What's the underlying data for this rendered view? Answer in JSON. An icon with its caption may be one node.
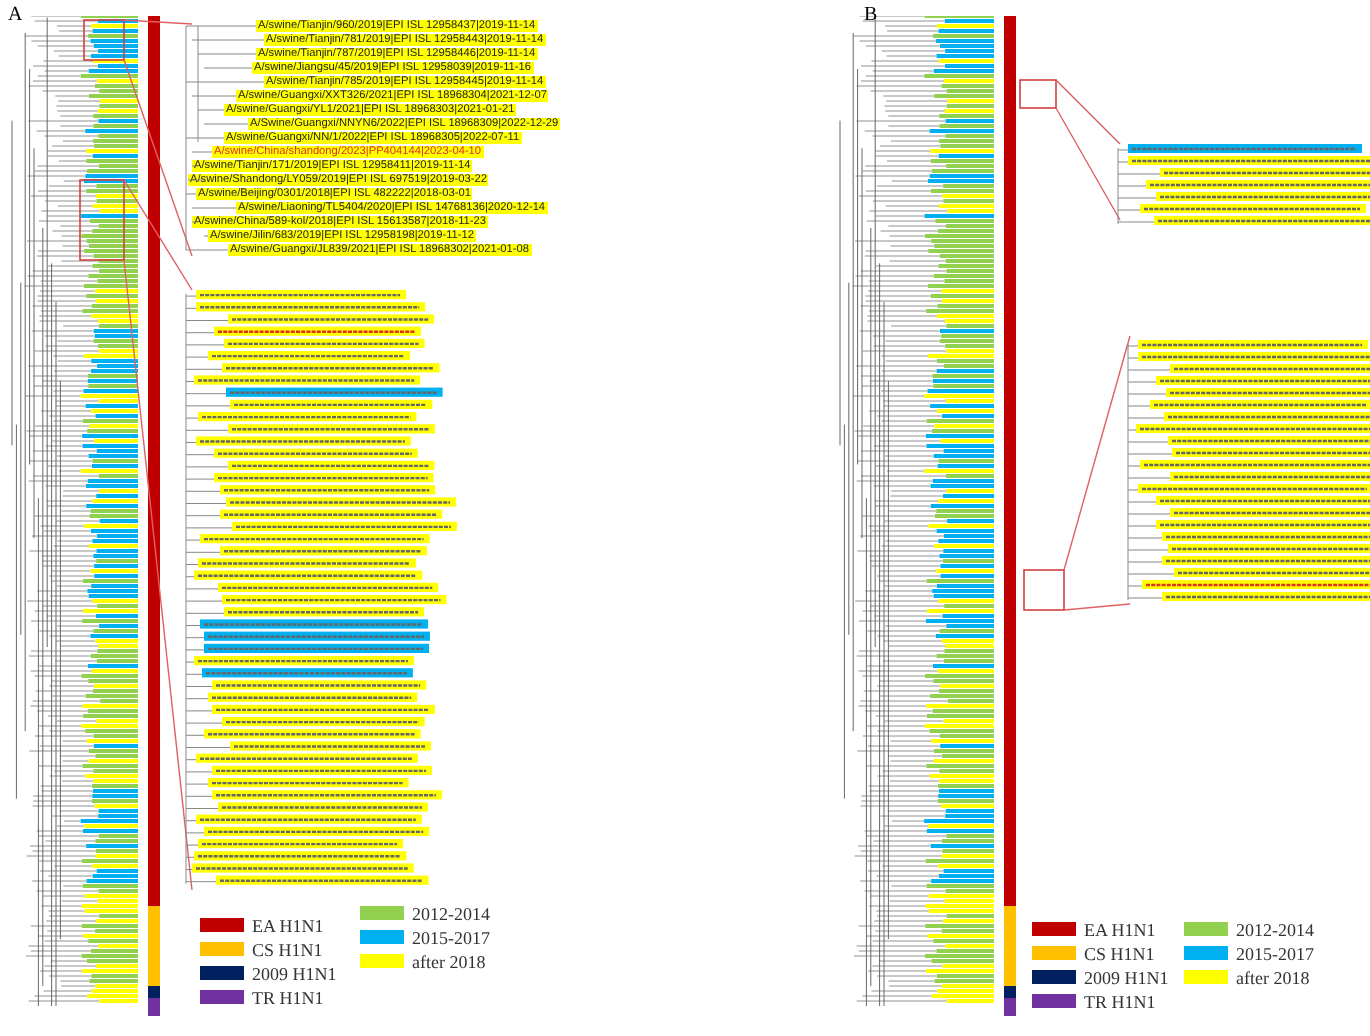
{
  "diagram": {
    "labels": [
      "A",
      "B",
      "A/swine/Tianjin/960/2019|EPI ISL 12958437|2019-11-14",
      "A/swine/Tianjin/781/2019|EPI ISL 12958443|2019-11-14",
      "A/swine/Tianjin/787/2019|EPI ISL 12958446|2019-11-14",
      "A/swine/Jiangsu/45/2019|EPI ISL 12958039|2019-11-16",
      "A/swine/Tianjin/785/2019|EPI ISL 12958445|2019-11-14",
      "A/swine/Guangxi/XXT326/2021|EPI ISL 18968304|2021-12-07",
      "A/swine/Guangxi/YL1/2021|EPI ISL 18968303|2021-01-21",
      "A/Swine/Guangxi/NNYN6/2022|EPI ISL 18968309|2022-12-29",
      "A/swine/Guangxi/NN/1/2022|EPI ISL 18968305|2022-07-11",
      "A/swine/China/shandong/2023|PP404144|2023-04-10",
      "A/swine/Tianjin/171/2019|EPI ISL 12958411|2019-11-14",
      "A/swine/Shandong/LY059/2019|EPI ISL 697519|2019-03-22",
      "A/swine/Beijing/0301/2018|EPI ISL 482222|2018-03-01",
      "A/swine/Liaoning/TL5404/2020|EPI ISL 14768136|2020-12-14",
      "A/swine/China/589-kol/2018|EPI ISL 15613587|2018-11-23",
      "A/swine/Jilin/683/2019|EPI ISL 12958198|2019-11-12",
      "A/swine/Guangxi/JL839/2021|EPI ISL 18968302|2021-01-08"
    ],
    "legend": [
      {
        "text": "EA H1N1",
        "color": "#c00000"
      },
      {
        "text": "CS H1N1",
        "color": "#ffc000"
      },
      {
        "text": "2009 H1N1",
        "color": "#002060"
      },
      {
        "text": "TR H1N1",
        "color": "#7030a0"
      },
      {
        "text": "2012-2014",
        "color": "#92d050"
      },
      {
        "text": "2015-2017",
        "color": "#00b0f0"
      },
      {
        "text": "after 2018",
        "color": "#ffff00"
      },
      {
        "text": "EA H1N1",
        "color": "#c00000"
      },
      {
        "text": "CS H1N1",
        "color": "#ffc000"
      },
      {
        "text": "2009 H1N1",
        "color": "#002060"
      },
      {
        "text": "TR H1N1",
        "color": "#7030a0"
      },
      {
        "text": "2012-2014",
        "color": "#92d050"
      },
      {
        "text": "2015-2017",
        "color": "#00b0f0"
      },
      {
        "text": "after 2018",
        "color": "#ffff00"
      }
    ]
  }
}
